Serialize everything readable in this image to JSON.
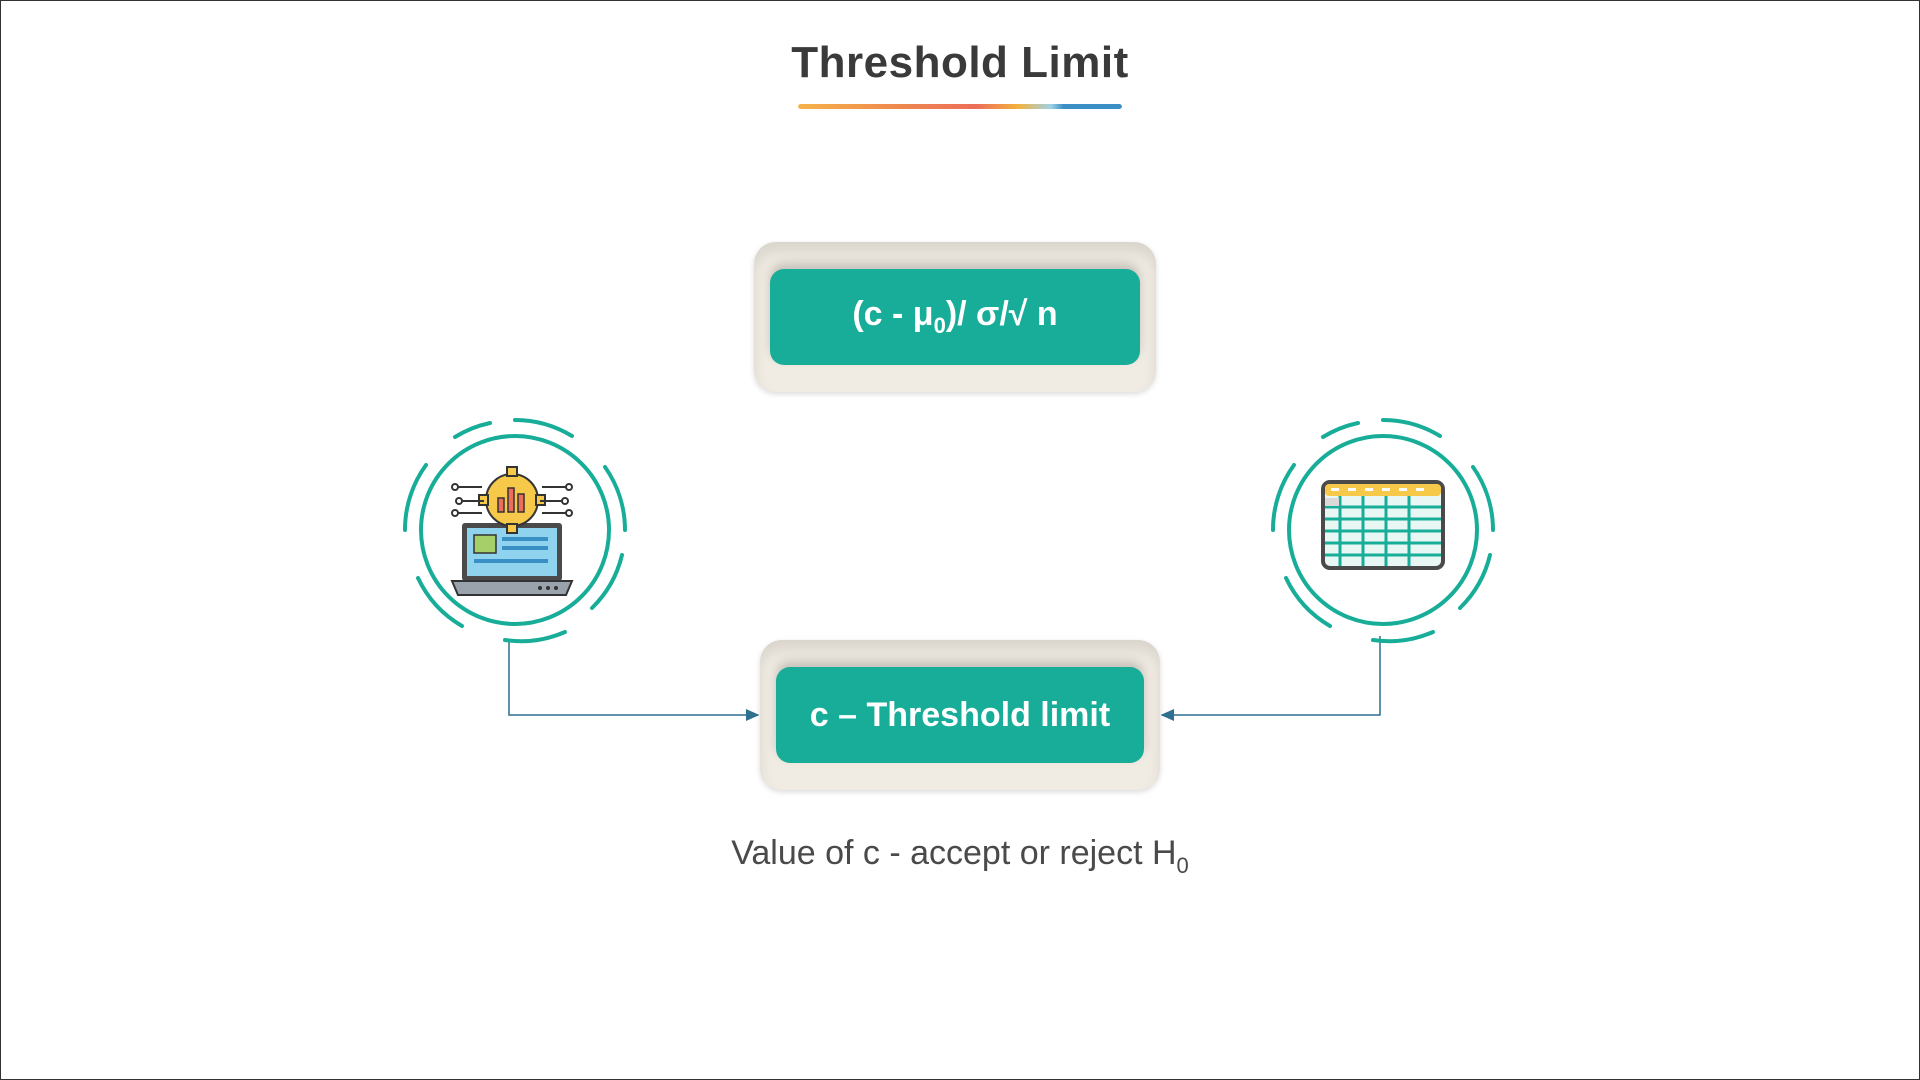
{
  "title": "Threshold Limit",
  "colors": {
    "teal": "#17ad98",
    "card_bg": "#f1ece3",
    "title_text": "#3a3a3a",
    "underline": [
      "#f6b24a",
      "#ef8a4e",
      "#ec6e5a",
      "#f3b23d",
      "#9fd3e6",
      "#3a8fc4"
    ],
    "connector": "#2f6f8f"
  },
  "formula_card": {
    "prefix": "(c - μ",
    "subscript": "0",
    "suffix": ")/ σ/√ n"
  },
  "threshold_card": {
    "label": "c – Threshold limit"
  },
  "caption": {
    "text": "Value of c - accept or reject H",
    "subscript": "0"
  },
  "icons": {
    "left": "laptop-analytics-icon",
    "right": "spreadsheet-table-icon"
  }
}
